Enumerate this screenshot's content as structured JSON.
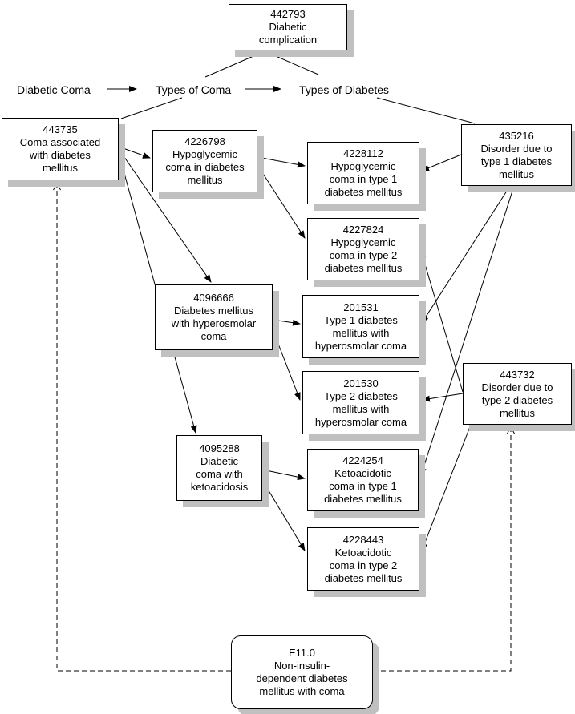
{
  "diagram": {
    "description": "Concept mapping diagram: diabetic coma concepts mapped across types of coma and types of diabetes",
    "colors": {
      "background": "#ffffff",
      "box_fill": "#ffffff",
      "box_border": "#000000",
      "box_shadow": "#c0c0c0",
      "line": "#000000"
    },
    "flow_labels": {
      "left": "Diabetic Coma",
      "middle": "Types of Coma",
      "right": "Types of Diabetes"
    },
    "nodes": [
      {
        "id": "442793",
        "label": "Diabetic\ncomplication"
      },
      {
        "id": "443735",
        "label": "Coma associated\nwith diabetes\nmellitus"
      },
      {
        "id": "4226798",
        "label": "Hypoglycemic\ncoma in diabetes\nmellitus"
      },
      {
        "id": "4228112",
        "label": "Hypoglycemic\ncoma in type 1\ndiabetes mellitus"
      },
      {
        "id": "435216",
        "label": "Disorder due to\ntype 1 diabetes\nmellitus"
      },
      {
        "id": "4227824",
        "label": "Hypoglycemic\ncoma in type 2\ndiabetes mellitus"
      },
      {
        "id": "4096666",
        "label": "Diabetes mellitus\nwith hyperosmolar\ncoma"
      },
      {
        "id": "201531",
        "label": "Type 1 diabetes\nmellitus with\nhyperosmolar coma"
      },
      {
        "id": "201530",
        "label": "Type 2 diabetes\nmellitus with\nhyperosmolar coma"
      },
      {
        "id": "443732",
        "label": "Disorder due to\ntype 2 diabetes\nmellitus"
      },
      {
        "id": "4095288",
        "label": "Diabetic\ncoma with\nketoacidosis"
      },
      {
        "id": "4224254",
        "label": "Ketoacidotic\ncoma in type 1\ndiabetes mellitus"
      },
      {
        "id": "4228443",
        "label": "Ketoacidotic\ncoma in type 2\ndiabetes mellitus"
      },
      {
        "id": "E11.0",
        "label": "Non-insulin-\ndependent diabetes\nmellitus with coma"
      }
    ],
    "edges": [
      {
        "from": "Diabetic Coma",
        "to": "Types of Coma",
        "style": "solid-arrow"
      },
      {
        "from": "Types of Coma",
        "to": "Types of Diabetes",
        "style": "solid-arrow"
      },
      {
        "from": "442793",
        "to": "Types of Coma",
        "style": "plain-line"
      },
      {
        "from": "442793",
        "to": "Types of Diabetes",
        "style": "plain-line"
      },
      {
        "from": "443735",
        "to": "Types of Coma",
        "style": "plain-line"
      },
      {
        "from": "Types of Diabetes",
        "to": "435216",
        "style": "plain-line"
      },
      {
        "from": "443735",
        "to": "4226798",
        "style": "solid-arrow"
      },
      {
        "from": "443735",
        "to": "4096666",
        "style": "solid-arrow"
      },
      {
        "from": "443735",
        "to": "4095288",
        "style": "solid-arrow"
      },
      {
        "from": "4226798",
        "to": "4228112",
        "style": "solid-arrow"
      },
      {
        "from": "4226798",
        "to": "4227824",
        "style": "solid-arrow"
      },
      {
        "from": "4096666",
        "to": "201531",
        "style": "solid-arrow"
      },
      {
        "from": "4096666",
        "to": "201530",
        "style": "solid-arrow"
      },
      {
        "from": "4095288",
        "to": "4224254",
        "style": "solid-arrow"
      },
      {
        "from": "4095288",
        "to": "4228443",
        "style": "solid-arrow"
      },
      {
        "from": "435216",
        "to": "4228112",
        "style": "solid-arrow"
      },
      {
        "from": "435216",
        "to": "201531",
        "style": "solid-arrow"
      },
      {
        "from": "435216",
        "to": "4224254",
        "style": "solid-arrow"
      },
      {
        "from": "443732",
        "to": "4227824",
        "style": "solid-arrow"
      },
      {
        "from": "443732",
        "to": "201530",
        "style": "solid-arrow"
      },
      {
        "from": "443732",
        "to": "4228443",
        "style": "solid-arrow"
      },
      {
        "from": "E11.0",
        "to": "443735",
        "style": "dashed-open-arrow"
      },
      {
        "from": "E11.0",
        "to": "443732",
        "style": "dashed-open-arrow"
      }
    ]
  }
}
